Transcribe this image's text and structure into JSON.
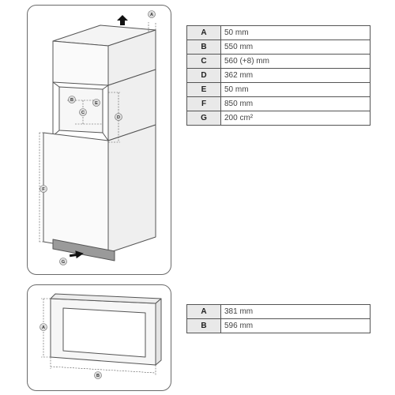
{
  "top_diagram": {
    "callouts": {
      "A": "A",
      "B": "B",
      "C": "C",
      "D": "D",
      "E": "E",
      "F": "F",
      "G": "G"
    }
  },
  "bottom_diagram": {
    "callouts": {
      "A": "A",
      "B": "B"
    }
  },
  "top_table": {
    "rows": [
      {
        "key": "A",
        "value": "50 mm"
      },
      {
        "key": "B",
        "value": "550 mm"
      },
      {
        "key": "C",
        "value": "560 (+8) mm"
      },
      {
        "key": "D",
        "value": "362 mm"
      },
      {
        "key": "E",
        "value": "50 mm"
      },
      {
        "key": "F",
        "value": "850 mm"
      },
      {
        "key": "G",
        "value": "200 cm²"
      }
    ]
  },
  "bottom_table": {
    "rows": [
      {
        "key": "A",
        "value": "381 mm"
      },
      {
        "key": "B",
        "value": "596 mm"
      }
    ]
  },
  "colors": {
    "line": "#555555",
    "panel_border": "#6a6a6a",
    "key_cell": "#e9e9e9",
    "callout_fill": "#dddddd"
  }
}
